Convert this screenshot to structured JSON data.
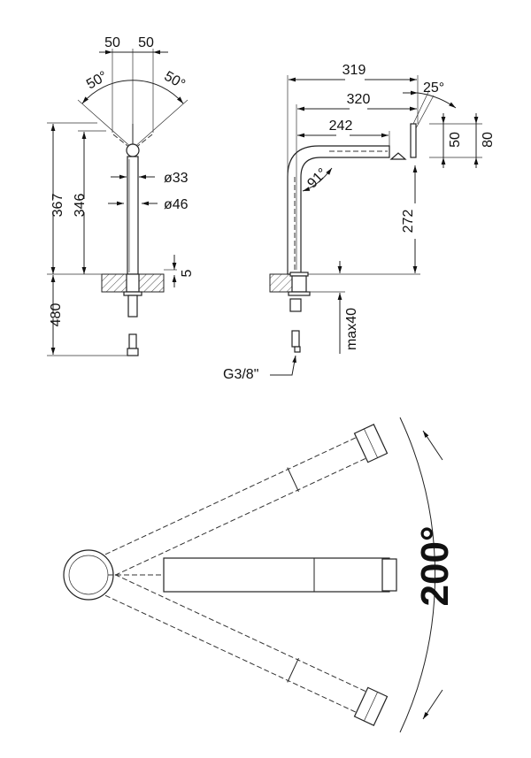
{
  "front_view": {
    "width_left": "50",
    "width_right": "50",
    "angle_left": "50°",
    "angle_right": "50°",
    "height_total": "367",
    "height_spout": "346",
    "diameter_inner": "ø33",
    "diameter_outer": "ø46",
    "base_thickness": "5",
    "hose_length": "480"
  },
  "side_view": {
    "reach_total": "319",
    "reach_spout": "320",
    "reach_arm": "242",
    "tilt_angle": "25°",
    "head_height_small": "50",
    "head_height_large": "80",
    "bend_angle": "91°",
    "clearance_height": "272",
    "counter_max": "max40",
    "thread": "G3/8\""
  },
  "top_view": {
    "swivel_angle": "200°"
  },
  "colors": {
    "line": "#222222",
    "hatch": "#555555"
  }
}
